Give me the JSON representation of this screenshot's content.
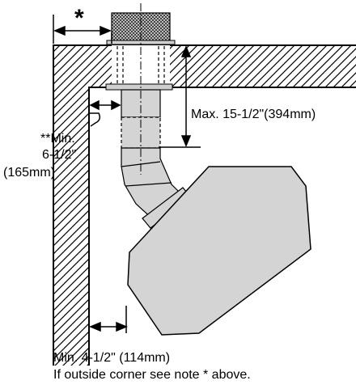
{
  "diagram": {
    "corner_note_mark": "*",
    "max_offset_label": "Max. 15-1/2\"(394mm)",
    "min_side_label_line1": "**Min.",
    "min_side_label_line2": "6-1/2\"",
    "min_side_label_line3": "(165mm)",
    "min_wall_label_line1": "Min. 4-1/2\" (114mm)",
    "min_wall_label_line2": "If outside corner see note * above.",
    "colors": {
      "line": "#000000",
      "fixture_fill": "#d4d4d4",
      "grille": "#555555",
      "background": "#ffffff"
    }
  }
}
